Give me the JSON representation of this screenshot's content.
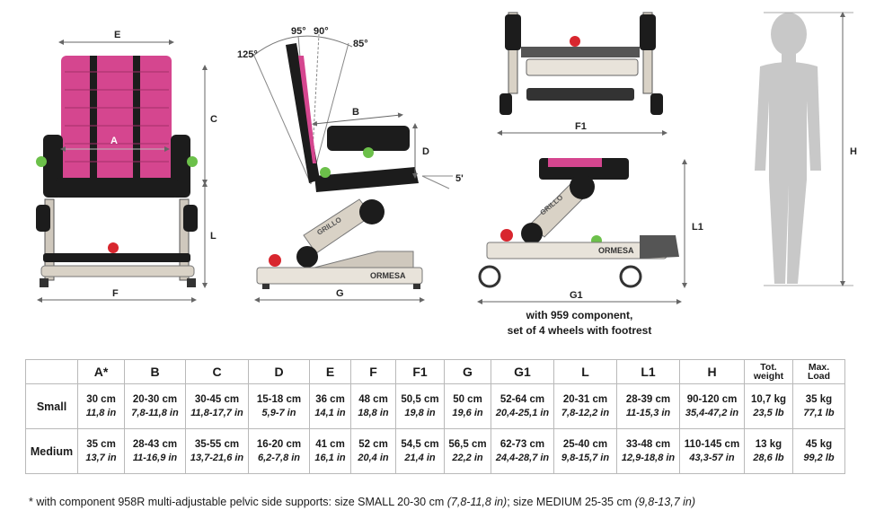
{
  "figure": {
    "dims_front": {
      "E": "E",
      "C": "C",
      "A": "A",
      "L": "L",
      "F": "F"
    },
    "dims_side": {
      "a125": "125°",
      "a95": "95°",
      "a90": "90°",
      "a85": "85°",
      "B": "B",
      "D": "D",
      "tilt": "5'",
      "G": "G"
    },
    "dims_top": {
      "F1": "F1"
    },
    "dims_side2": {
      "L1": "L1",
      "G1": "G1"
    },
    "dims_person": {
      "H": "H"
    },
    "brand": "ORMESA",
    "model": "GRILLO"
  },
  "caption": {
    "line1": "with 959 component,",
    "line2": "set of 4 wheels with footrest"
  },
  "table": {
    "headers": [
      "A*",
      "B",
      "C",
      "D",
      "E",
      "F",
      "F1",
      "G",
      "G1",
      "L",
      "L1",
      "H"
    ],
    "extra_headers": [
      {
        "line1": "Tot.",
        "line2": "weight"
      },
      {
        "line1": "Max.",
        "line2": "Load"
      }
    ],
    "rows": [
      {
        "label": "Small",
        "cm": [
          "30 cm",
          "20-30 cm",
          "30-45 cm",
          "15-18 cm",
          "36 cm",
          "48 cm",
          "50,5 cm",
          "50 cm",
          "52-64 cm",
          "20-31 cm",
          "28-39 cm",
          "90-120 cm",
          "10,7 kg",
          "35 kg"
        ],
        "in": [
          "11,8 in",
          "7,8-11,8 in",
          "11,8-17,7 in",
          "5,9-7 in",
          "14,1 in",
          "18,8 in",
          "19,8 in",
          "19,6 in",
          "20,4-25,1 in",
          "7,8-12,2 in",
          "11-15,3 in",
          "35,4-47,2 in",
          "23,5 lb",
          "77,1 lb"
        ]
      },
      {
        "label": "Medium",
        "cm": [
          "35 cm",
          "28-43 cm",
          "35-55 cm",
          "16-20 cm",
          "41 cm",
          "52 cm",
          "54,5 cm",
          "56,5 cm",
          "62-73 cm",
          "25-40 cm",
          "33-48 cm",
          "110-145 cm",
          "13 kg",
          "45 kg"
        ],
        "in": [
          "13,7 in",
          "11-16,9 in",
          "13,7-21,6 in",
          "6,2-7,8 in",
          "16,1 in",
          "20,4 in",
          "21,4 in",
          "22,2 in",
          "24,4-28,7 in",
          "9,8-15,7 in",
          "12,9-18,8 in",
          "43,3-57 in",
          "28,6 lb",
          "99,2 lb"
        ]
      }
    ]
  },
  "footnote": {
    "text": "* with component 958R multi-adjustable pelvic side supports: size SMALL 20-30 cm ",
    "small_in": "(7,8-11,8 in)",
    "mid": "; size MEDIUM 25-35 cm ",
    "medium_in": "(9,8-13,7 in)"
  },
  "colors": {
    "seat_pink": "#d5468f",
    "frame_dark": "#1c1c1c",
    "green_knob": "#6cc04a",
    "red_knob": "#d8262e",
    "silhouette": "#c8c8c8"
  }
}
